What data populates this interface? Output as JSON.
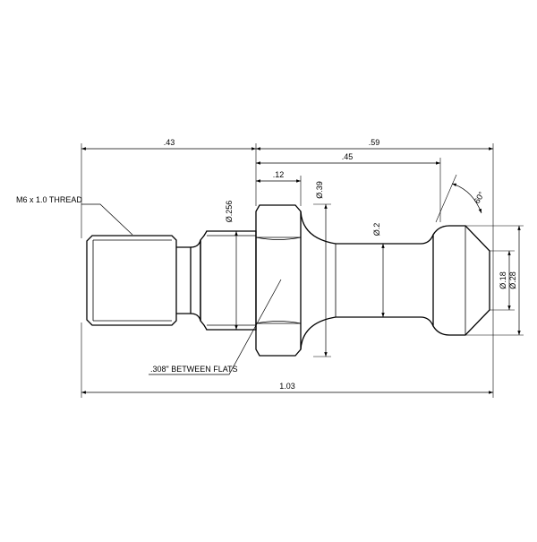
{
  "drawing": {
    "labels": {
      "thread": "M6 x 1.0 THREAD",
      "flats": ".308\" BETWEEN FLATS",
      "angle": "60°"
    },
    "dimensions": {
      "d_043": ".43",
      "d_059": ".59",
      "d_045": ".45",
      "d_012": ".12",
      "d_039": "Ø.39",
      "d_0256": "Ø.256",
      "d_02": "Ø.2",
      "d_018": "Ø.18",
      "d_028": "Ø.28",
      "d_103": "1.03"
    },
    "colors": {
      "line": "#000000",
      "background": "#ffffff"
    }
  }
}
